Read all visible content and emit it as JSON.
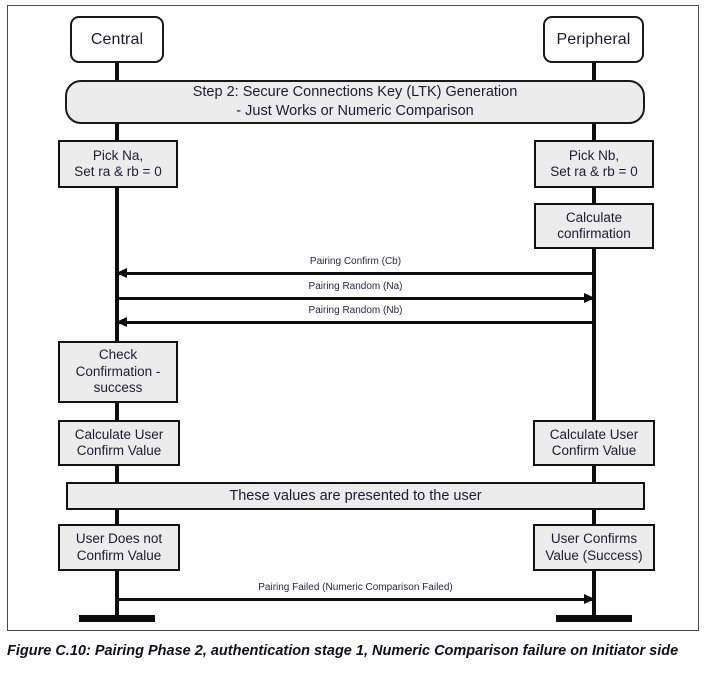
{
  "figure": {
    "caption": "Figure C.10:  Pairing Phase 2, authentication stage 1, Numeric Comparison failure on Initiator side"
  },
  "actors": [
    {
      "id": "central",
      "label": "Central"
    },
    {
      "id": "peripheral",
      "label": "Peripheral"
    }
  ],
  "banner": {
    "line1": "Step 2: Secure Connections Key (LTK) Generation",
    "line2": "- Just Works or Numeric Comparison"
  },
  "boxes": {
    "pick_na": {
      "line1": "Pick Na,",
      "line2": "Set ra & rb = 0"
    },
    "pick_nb": {
      "line1": "Pick Nb,",
      "line2": "Set ra & rb = 0"
    },
    "calc_confirmation": {
      "line1": "Calculate",
      "line2": "confirmation"
    },
    "check_confirmation": {
      "line1": "Check",
      "line2": "Confirmation -",
      "line3": "success"
    },
    "calc_user_confirm_left": {
      "line1": "Calculate User",
      "line2": "Confirm Value"
    },
    "calc_user_confirm_right": {
      "line1": "Calculate User",
      "line2": "Confirm Value"
    },
    "user_does_not_confirm": {
      "line1": "User Does not",
      "line2": "Confirm Value"
    },
    "user_confirms": {
      "line1": "User Confirms",
      "line2": "Value (Success)"
    }
  },
  "note_bar": {
    "text": "These values are presented to the user"
  },
  "messages": [
    {
      "id": "pairing-confirm-cb",
      "label": "Pairing Confirm (Cb)",
      "direction": "to-left"
    },
    {
      "id": "pairing-random-na",
      "label": "Pairing Random (Na)",
      "direction": "to-right"
    },
    {
      "id": "pairing-random-nb",
      "label": "Pairing Random (Nb)",
      "direction": "to-left"
    },
    {
      "id": "pairing-failed",
      "label": "Pairing Failed (Numeric Comparison Failed)",
      "direction": "to-right"
    }
  ],
  "colors": {
    "box_fill": "#ececec",
    "actor_fill": "#ffffff",
    "stroke": "#111111",
    "label_text": "#26264d"
  }
}
